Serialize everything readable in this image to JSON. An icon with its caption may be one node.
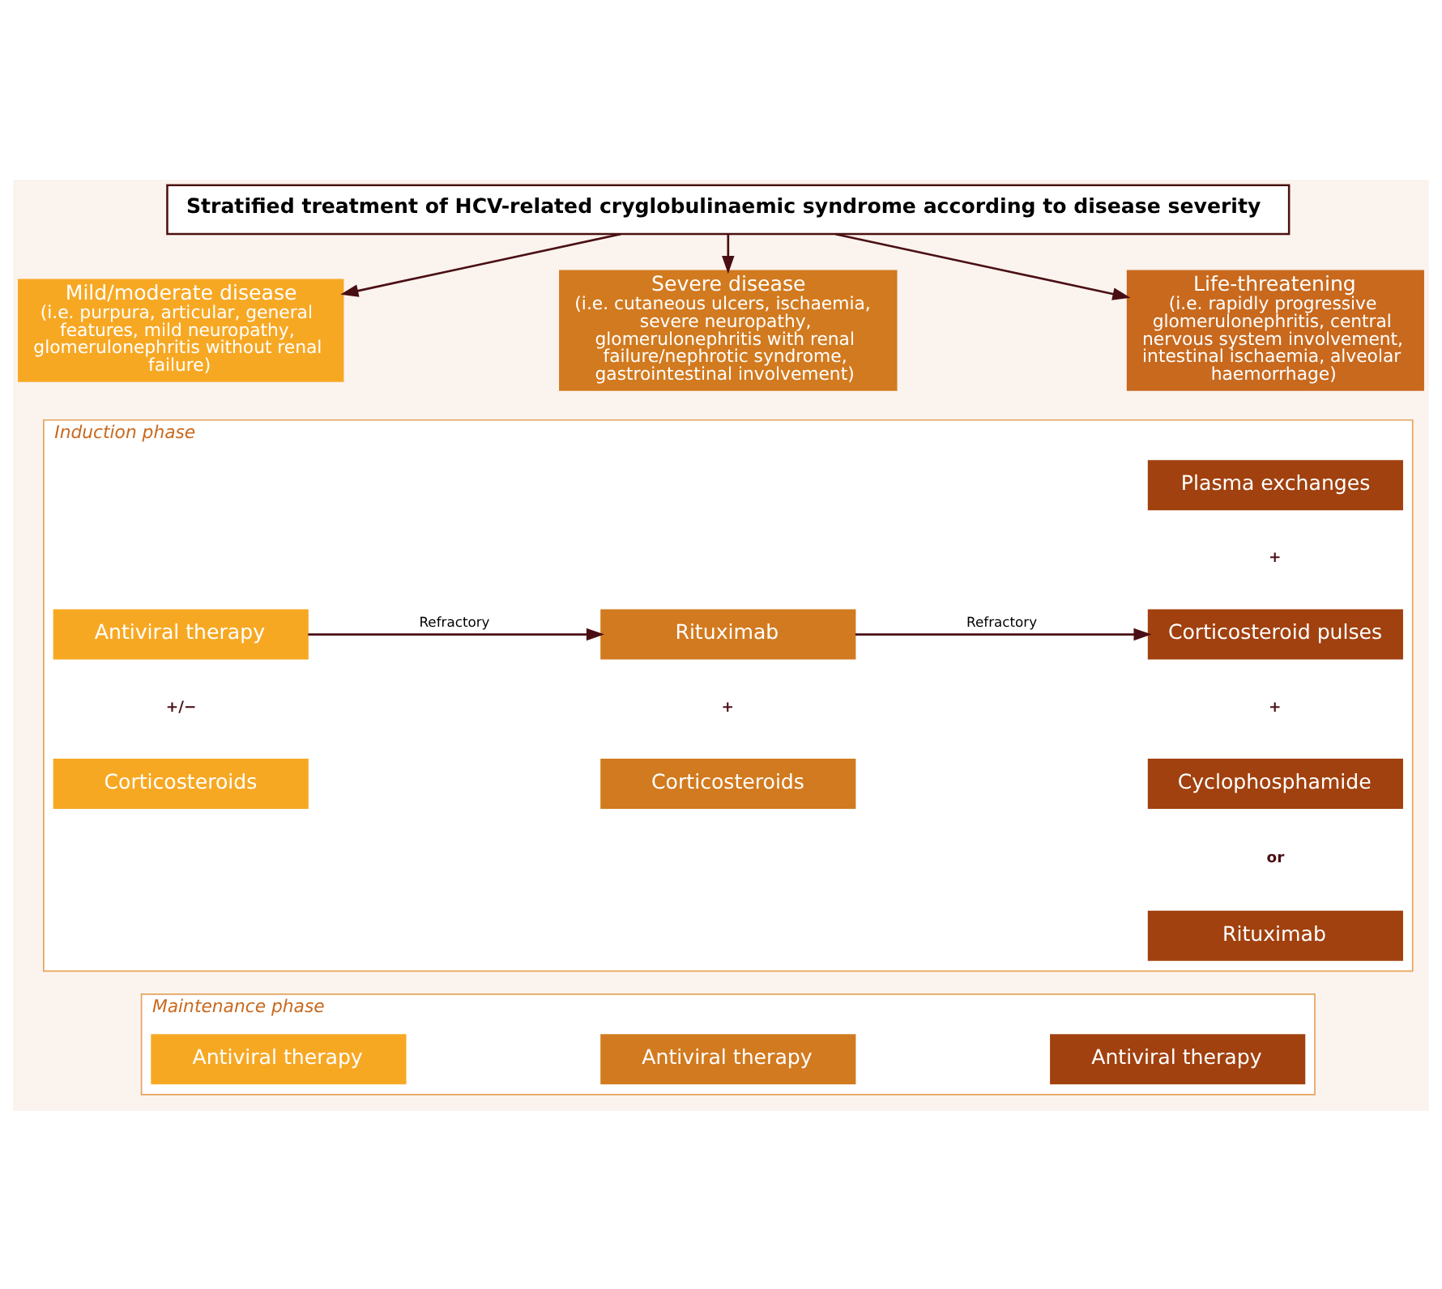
{
  "diagram": {
    "nodes": [
      {
        "text": [
          "Stratified treatment of HCV-related cryglobulinaemic syndrome according to disease severity"
        ]
      },
      {
        "text": [
          "Mild/moderate disease",
          "(i.e. purpura, articular, general features, mild neuropathy, glomerulonephritis without renal failure)"
        ]
      },
      {
        "text": [
          "Severe disease",
          "(i.e. cutaneous ulcers, ischaemia, severe neuropathy, glomerulonephritis with renal failure/nephrotic syndrome, gastrointestinal involvement)"
        ]
      },
      {
        "text": [
          "Life-threatening",
          "(i.e. rapidly progressive glomerulonephritis, central nervous system involvement, intestinal ischaemia, alveolar haemorrhage)"
        ]
      },
      {
        "text": [
          "Induction phase"
        ]
      },
      {
        "text": [
          "Antiviral therapy"
        ],
        "in": 4
      },
      {
        "text": [
          "Corticosteroids"
        ],
        "in": 4
      },
      {
        "text": [
          "Rituximab"
        ],
        "in": 4
      },
      {
        "text": [
          "Corticosteroids"
        ],
        "in": 4
      },
      {
        "text": [
          "Plasma exchanges"
        ],
        "in": 4
      },
      {
        "text": [
          "Corticosteroid pulses"
        ],
        "in": 4
      },
      {
        "text": [
          "Cyclophosphamide"
        ],
        "in": 4
      },
      {
        "text": [
          "Rituximab"
        ],
        "in": 4
      },
      {
        "text": [
          "Maintenance phase"
        ]
      },
      {
        "text": [
          "Antiviral therapy"
        ],
        "in": 13
      },
      {
        "text": [
          "Antiviral therapy"
        ],
        "in": 13
      },
      {
        "text": [
          "Antiviral therapy"
        ],
        "in": 13
      }
    ],
    "edges": [
      {
        "from": 0,
        "to": 1,
        "arrow": "to"
      },
      {
        "from": 0,
        "to": 2,
        "arrow": "to"
      },
      {
        "from": 0,
        "to": 3,
        "arrow": "to"
      },
      {
        "from": 5,
        "to": 7,
        "arrow": "to",
        "label": "Refractory"
      },
      {
        "from": 7,
        "to": 10,
        "arrow": "to",
        "label": "Refractory"
      }
    ],
    "labels": [
      "+/−",
      "+",
      "+",
      "+",
      "or"
    ]
  }
}
